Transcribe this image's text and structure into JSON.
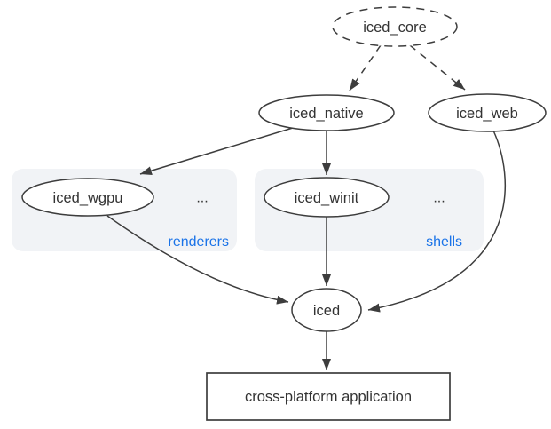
{
  "diagram": {
    "nodes": [
      {
        "id": "iced_core",
        "label": "iced_core",
        "shape": "ellipse",
        "border": "dashed"
      },
      {
        "id": "iced_native",
        "label": "iced_native",
        "shape": "ellipse",
        "border": "solid"
      },
      {
        "id": "iced_web",
        "label": "iced_web",
        "shape": "ellipse",
        "border": "solid"
      },
      {
        "id": "iced_wgpu",
        "label": "iced_wgpu",
        "shape": "ellipse",
        "border": "solid"
      },
      {
        "id": "iced_winit",
        "label": "iced_winit",
        "shape": "ellipse",
        "border": "solid"
      },
      {
        "id": "iced",
        "label": "iced",
        "shape": "ellipse",
        "border": "solid"
      },
      {
        "id": "cross_platform_app",
        "label": "cross-platform application",
        "shape": "rectangle",
        "border": "solid"
      }
    ],
    "groups": [
      {
        "id": "renderers",
        "label": "renderers",
        "ellipsis": "...",
        "members": [
          "iced_wgpu"
        ]
      },
      {
        "id": "shells",
        "label": "shells",
        "ellipsis": "...",
        "members": [
          "iced_winit"
        ]
      }
    ],
    "edges": [
      {
        "from": "iced_core",
        "to": "iced_native",
        "style": "dashed"
      },
      {
        "from": "iced_core",
        "to": "iced_web",
        "style": "dashed"
      },
      {
        "from": "iced_native",
        "to": "iced_wgpu",
        "style": "solid"
      },
      {
        "from": "iced_native",
        "to": "iced_winit",
        "style": "solid"
      },
      {
        "from": "iced_wgpu",
        "to": "iced",
        "style": "solid"
      },
      {
        "from": "iced_winit",
        "to": "iced",
        "style": "solid"
      },
      {
        "from": "iced_web",
        "to": "iced",
        "style": "solid"
      },
      {
        "from": "iced",
        "to": "cross_platform_app",
        "style": "solid"
      }
    ],
    "colors": {
      "line": "#3d3d3d",
      "text": "#333333",
      "group-label": "#1a73e8",
      "group-fill": "#f1f3f6",
      "node-fill": "#ffffff",
      "canvas": "#ffffff"
    }
  }
}
